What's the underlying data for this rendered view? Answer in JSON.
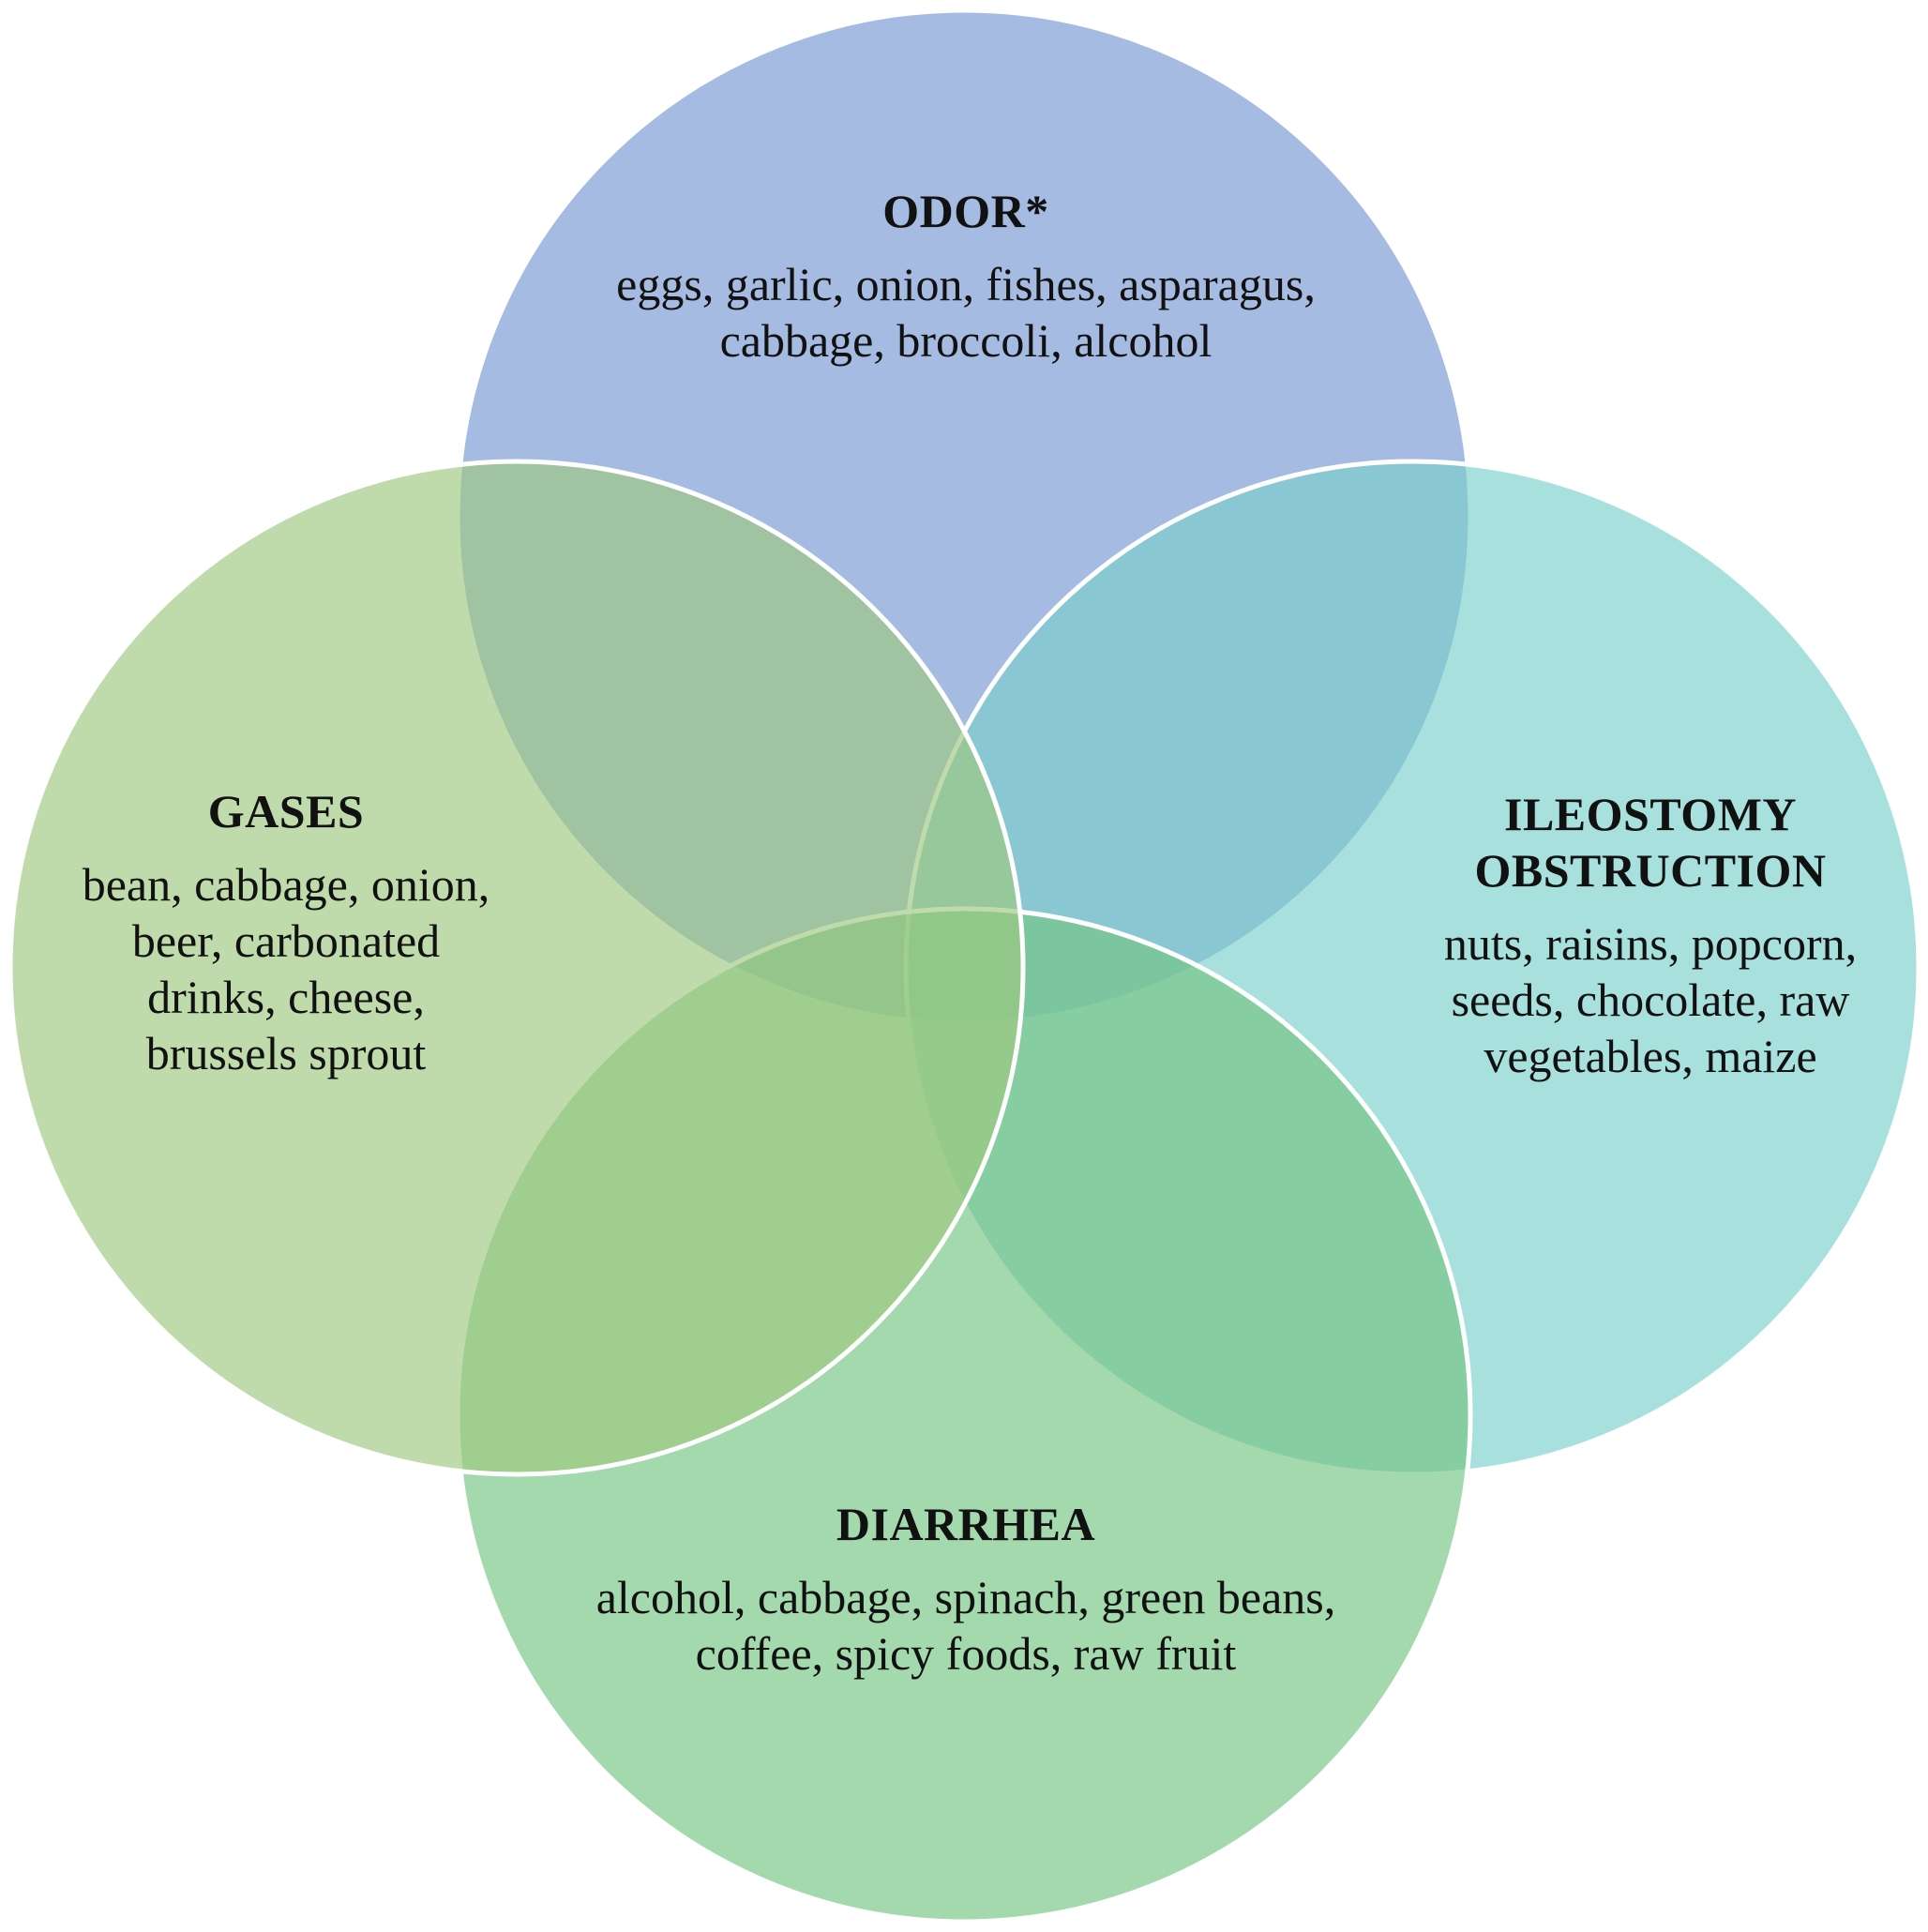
{
  "diagram": {
    "circles": [
      {
        "id": "odor",
        "title": "ODOR*",
        "items": "eggs, garlic, onion, fishes, asparagus, cabbage, broccoli, alcohol",
        "color": "#7796D2"
      },
      {
        "id": "gases",
        "title": "GASES",
        "items": "bean, cabbage, onion, beer, carbonated drinks, cheese, brussels sprout",
        "color": "#9CC77E"
      },
      {
        "id": "ileostomy",
        "title": "ILEOSTOMY OBSTRUCTION",
        "items": "nuts, raisins, popcorn, seeds, chocolate, raw vegetables, maize",
        "color": "#79CFCB"
      },
      {
        "id": "diarrhea",
        "title": "DIARRHEA",
        "items": "alcohol, cabbage, spinach, green beans, coffee, spicy foods, raw fruit",
        "color": "#73C583"
      }
    ]
  }
}
